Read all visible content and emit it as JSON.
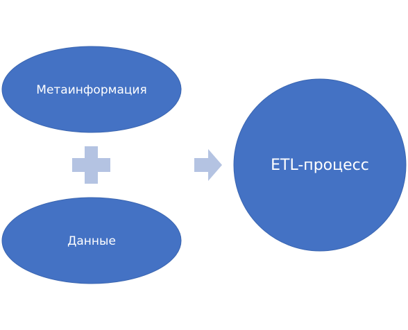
{
  "diagram": {
    "nodes": [
      {
        "id": "metainfo",
        "label": "Метаинформация"
      },
      {
        "id": "data",
        "label": "Данные"
      },
      {
        "id": "etl",
        "label": "ETL-процесс"
      }
    ],
    "operators": [
      {
        "id": "plus",
        "icon": "plus-icon"
      },
      {
        "id": "arrow",
        "icon": "arrow-right-icon"
      }
    ],
    "colors": {
      "node_fill": "#4472C4",
      "node_stroke": "#3A65B0",
      "operator_fill": "#B4C3E2",
      "text": "#FFFFFF"
    }
  }
}
